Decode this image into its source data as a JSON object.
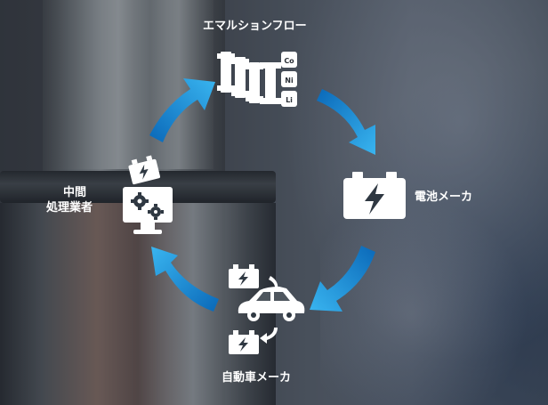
{
  "title": "エマルションフロー",
  "elements": [
    "Co",
    "Ni",
    "Li"
  ],
  "nodes": {
    "battery_maker": "電池メーカ",
    "automaker": "自動車メーカ",
    "intermediate_line1": "中間",
    "intermediate_line2": "処理業者"
  },
  "colors": {
    "arrow_light": "#39b5f0",
    "arrow_dark": "#0a68b8",
    "icon": "#ffffff"
  },
  "icons": [
    "emulsion-flow-apparatus-icon",
    "battery-icon",
    "car-icon",
    "battery-small-icon",
    "gears-monitor-icon"
  ]
}
